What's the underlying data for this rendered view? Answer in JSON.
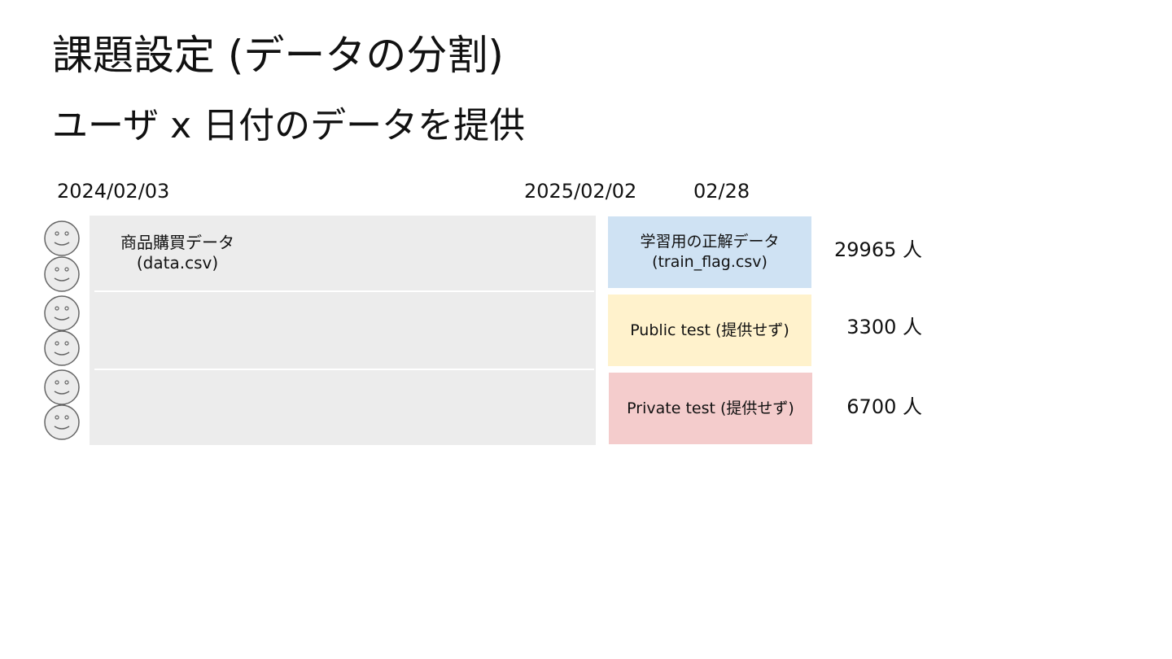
{
  "title": "課題設定 (データの分割)",
  "subtitle": "ユーザ x 日付のデータを提供",
  "timeline": {
    "start_date": "2024/02/03",
    "split_date": "2025/02/02",
    "end_date": "02/28"
  },
  "history": {
    "label_line1": "商品購買データ",
    "label_line2": "(data.csv)"
  },
  "splits": {
    "train": {
      "label_line1": "学習用の正解データ",
      "label_line2": "(train_flag.csv)",
      "count": "29965 人",
      "color": "#cfe2f3"
    },
    "public": {
      "label": "Public test (提供せず)",
      "count": "3300 人",
      "color": "#fff2cc"
    },
    "private": {
      "label": "Private test (提供せず)",
      "count": "6700 人",
      "color": "#f4cccc"
    }
  },
  "icons": {
    "user": "smiley-face-icon"
  },
  "colors": {
    "history_block": "#ececec"
  }
}
